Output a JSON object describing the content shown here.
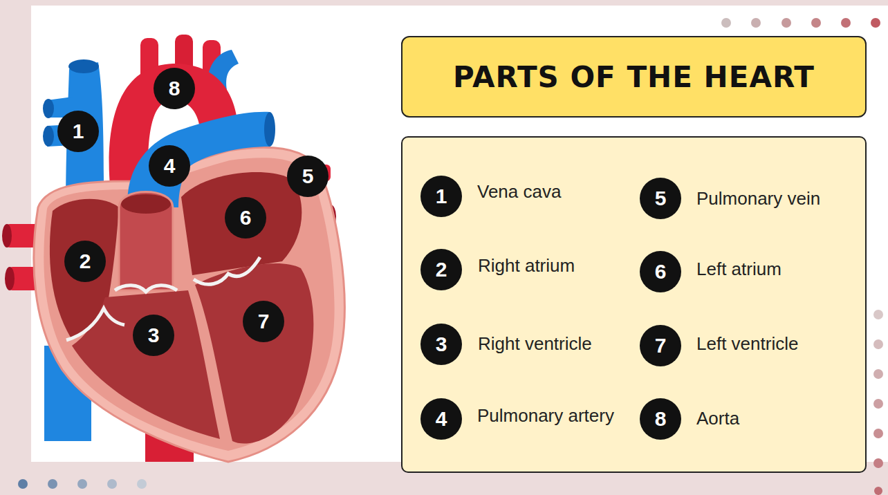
{
  "diagram": {
    "title": "PARTS OF THE HEART",
    "labels": [
      "8",
      "1",
      "4",
      "5",
      "6",
      "2",
      "7",
      "3",
      "1",
      "Vena cava",
      "5",
      "Pulmonary vein",
      "2",
      "Right atrium",
      "6",
      "Left atrium",
      "3",
      "Right ventricle",
      "7",
      "Left ventricle",
      "4",
      "Pulmonary artery",
      "8",
      "Aorta"
    ]
  }
}
